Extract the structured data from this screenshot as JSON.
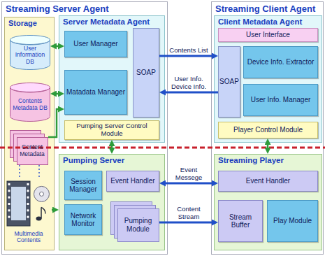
{
  "diagram": {
    "nodes": [
      {
        "text": [
          "Streaming Server Agent"
        ]
      },
      {
        "text": [
          "Storage"
        ],
        "in": 0
      },
      {
        "text": [
          "User Information DB"
        ],
        "in": 1
      },
      {
        "text": [
          "Contents Metadata DB"
        ],
        "in": 1
      },
      {
        "text": [
          "Content Metadata"
        ],
        "in": 1
      },
      {
        "text": [
          "Multimedia Contents"
        ],
        "in": 1
      },
      {
        "text": [
          "Server Metadata Agent"
        ],
        "in": 0
      },
      {
        "text": [
          "User Manager"
        ],
        "in": 6
      },
      {
        "text": [
          "Matadata Manager"
        ],
        "in": 6
      },
      {
        "text": [
          "SOAP"
        ],
        "in": 6
      },
      {
        "text": [
          "Pumping Server Control Module"
        ],
        "in": 6
      },
      {
        "text": [
          "Pumping Server"
        ],
        "in": 0
      },
      {
        "text": [
          "Session Manager"
        ],
        "in": 11
      },
      {
        "text": [
          "Event Handler"
        ],
        "in": 11
      },
      {
        "text": [
          "Network Monitor"
        ],
        "in": 11
      },
      {
        "text": [
          "Pumping Module"
        ],
        "in": 11
      },
      {
        "text": [
          "Streaming Client Agent"
        ]
      },
      {
        "text": [
          "Client Metadata Agent"
        ],
        "in": 16
      },
      {
        "text": [
          "User Interface"
        ],
        "in": 17
      },
      {
        "text": [
          "SOAP"
        ],
        "in": 17
      },
      {
        "text": [
          "Device Info. Extractor"
        ],
        "in": 17
      },
      {
        "text": [
          "User Info. Manager"
        ],
        "in": 17
      },
      {
        "text": [
          "Player Control Module"
        ],
        "in": 17
      },
      {
        "text": [
          "Streaming Player"
        ],
        "in": 16
      },
      {
        "text": [
          "Event Handler"
        ],
        "in": 23
      },
      {
        "text": [
          "Stream Buffer"
        ],
        "in": 23
      },
      {
        "text": [
          "Play Module"
        ],
        "in": 23
      }
    ],
    "edges": [
      {
        "from": 2,
        "to": 7,
        "arrow": "both"
      },
      {
        "from": 3,
        "to": 8,
        "arrow": "both"
      },
      {
        "from": 4,
        "to": 8,
        "arrow": "to"
      },
      {
        "from": 4,
        "to": 5,
        "arrow": "none"
      },
      {
        "from": 4,
        "to": 5,
        "arrow": "none"
      },
      {
        "from": 5,
        "to": 11,
        "arrow": "to"
      },
      {
        "from": 9,
        "to": 19,
        "label": "Contents List",
        "arrow": "to"
      },
      {
        "from": 19,
        "to": 9,
        "label": "User Info. Device Info.",
        "arrow": "to"
      },
      {
        "from": 10,
        "to": 11,
        "arrow": "both"
      },
      {
        "from": 22,
        "to": 23,
        "arrow": "both"
      },
      {
        "from": 13,
        "to": 24,
        "label": "Event Messege",
        "arrow": "both"
      },
      {
        "from": 15,
        "to": 25,
        "label": "Content Stream",
        "arrow": "to"
      }
    ]
  }
}
